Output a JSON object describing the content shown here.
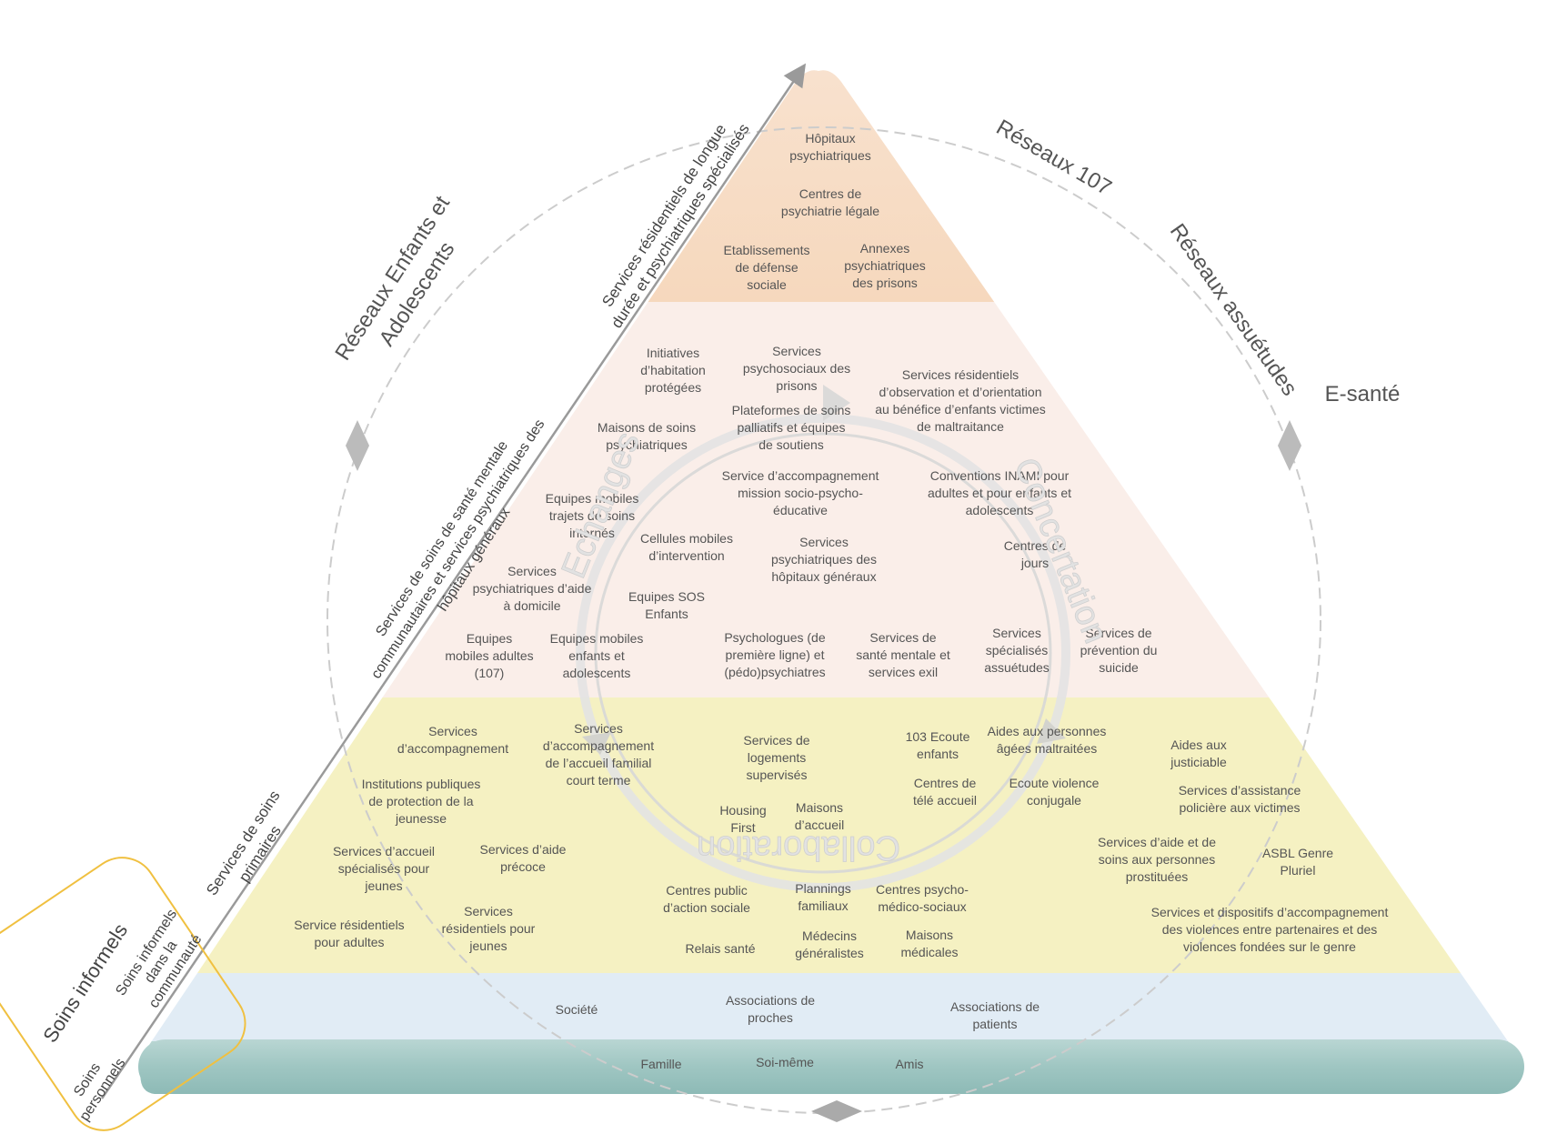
{
  "networks": {
    "enfants": [
      "Réseaux Enfants et",
      "Adolescents"
    ],
    "r107": "Réseaux 107",
    "assuetudes": "Réseaux assuétudes",
    "esante": "E-santé"
  },
  "axis": {
    "residential": [
      "Services résidentiels de longue",
      "durée et psychiatriques spécialisés"
    ],
    "community": [
      "Services de soins de santé mentale",
      "communautaires et services psychiatriques des",
      "hôpitaux généraux"
    ],
    "primary": [
      "Services de soins",
      "primaires"
    ]
  },
  "informal": {
    "title": "Soins informels",
    "community": [
      "Soins informels",
      "dans la",
      "communauté"
    ],
    "personal": [
      "Soins",
      "personnels"
    ]
  },
  "ring_words": {
    "left": "Echanges",
    "right": "Concertation",
    "bottom": "Collaboration"
  },
  "colors": {
    "top_layer": "#f7dcc4",
    "mid_layer": "#faeee9",
    "low_layer": "#f5f1c2",
    "blue_layer": "#e1ecf5",
    "base_layer": "#a3c9c6",
    "informal_border": "#f0c040"
  },
  "layers": {
    "top": [
      [
        "Hôpitaux",
        "psychiatriques"
      ],
      [
        "Centres de",
        "psychiatrie légale"
      ],
      [
        "Etablissements",
        "de défense",
        "sociale"
      ],
      [
        "Annexes",
        "psychiatriques",
        "des prisons"
      ]
    ],
    "middle": [
      [
        "Initiatives",
        "d’habitation",
        "protégées"
      ],
      [
        "Services",
        "psychosociaux des",
        "prisons"
      ],
      [
        "Services résidentiels",
        "d’observation et d’orientation",
        "au bénéfice d’enfants victimes",
        "de maltraitance"
      ],
      [
        "Maisons de soins",
        "psychiatriques"
      ],
      [
        "Plateformes de soins",
        "palliatifs et équipes",
        "de soutiens"
      ],
      [
        "Service d’accompagnement",
        "mission socio-psycho-",
        "éducative"
      ],
      [
        "Conventions INAMI pour",
        "adultes et pour enfants et",
        "adolescents"
      ],
      [
        "Equipes mobiles",
        "trajets de soins",
        "internés"
      ],
      [
        "Cellules mobiles",
        "d’intervention"
      ],
      [
        "Services",
        "psychiatriques des",
        "hôpitaux généraux"
      ],
      [
        "Centres de",
        "jours"
      ],
      [
        "Services",
        "psychiatriques d’aide",
        "à domicile"
      ],
      [
        "Equipes SOS",
        "Enfants"
      ],
      [
        "Equipes",
        "mobiles adultes",
        "(107)"
      ],
      [
        "Equipes mobiles",
        "enfants et",
        "adolescents"
      ],
      [
        "Psychologues (de",
        "première ligne)  et",
        "(pédo)psychiatres"
      ],
      [
        "Services de",
        "santé mentale et",
        "services exil"
      ],
      [
        "Services",
        "spécialisés",
        "assuétudes"
      ],
      [
        "Services de",
        "prévention du",
        "suicide"
      ]
    ],
    "lower": [
      [
        "Services",
        "d’accompagnement"
      ],
      [
        "Services",
        "d’accompagnement",
        "de l’accueil familial",
        "court terme"
      ],
      [
        "Services de",
        "logements",
        "supervisés"
      ],
      [
        "103 Ecoute",
        "enfants"
      ],
      [
        "Aides aux personnes",
        "âgées maltraitées"
      ],
      [
        "Aides aux",
        "justiciable"
      ],
      [
        "Institutions publiques",
        "de protection de la",
        "jeunesse"
      ],
      [
        "Centres de",
        "télé accueil"
      ],
      [
        "Ecoute violence",
        "conjugale"
      ],
      [
        "Services d’assistance",
        "policière aux victimes"
      ],
      [
        "Housing",
        "First"
      ],
      [
        "Maisons",
        "d’accueil"
      ],
      [
        "Services d’accueil",
        "spécialisés pour",
        "jeunes"
      ],
      [
        "Services d’aide",
        "précoce"
      ],
      [
        "Services d’aide et de",
        "soins aux personnes",
        "prostituées"
      ],
      [
        "ASBL Genre",
        "Pluriel"
      ],
      [
        "Centres public",
        "d’action sociale"
      ],
      [
        "Plannings",
        "familiaux"
      ],
      [
        "Centres psycho-",
        "médico-sociaux"
      ],
      [
        "Service résidentiels",
        "pour adultes"
      ],
      [
        "Services",
        "résidentiels pour",
        "jeunes"
      ],
      [
        "Services et dispositifs d’accompagnement",
        "des violences entre partenaires et des",
        "violences fondées sur le genre"
      ],
      [
        "Relais santé"
      ],
      [
        "Médecins",
        "généralistes"
      ],
      [
        "Maisons",
        "médicales"
      ]
    ],
    "community": [
      [
        "Société"
      ],
      [
        "Associations de",
        "proches"
      ],
      [
        "Associations de",
        "patients"
      ]
    ],
    "base": [
      [
        "Famille"
      ],
      [
        "Soi-même"
      ],
      [
        "Amis"
      ]
    ]
  }
}
